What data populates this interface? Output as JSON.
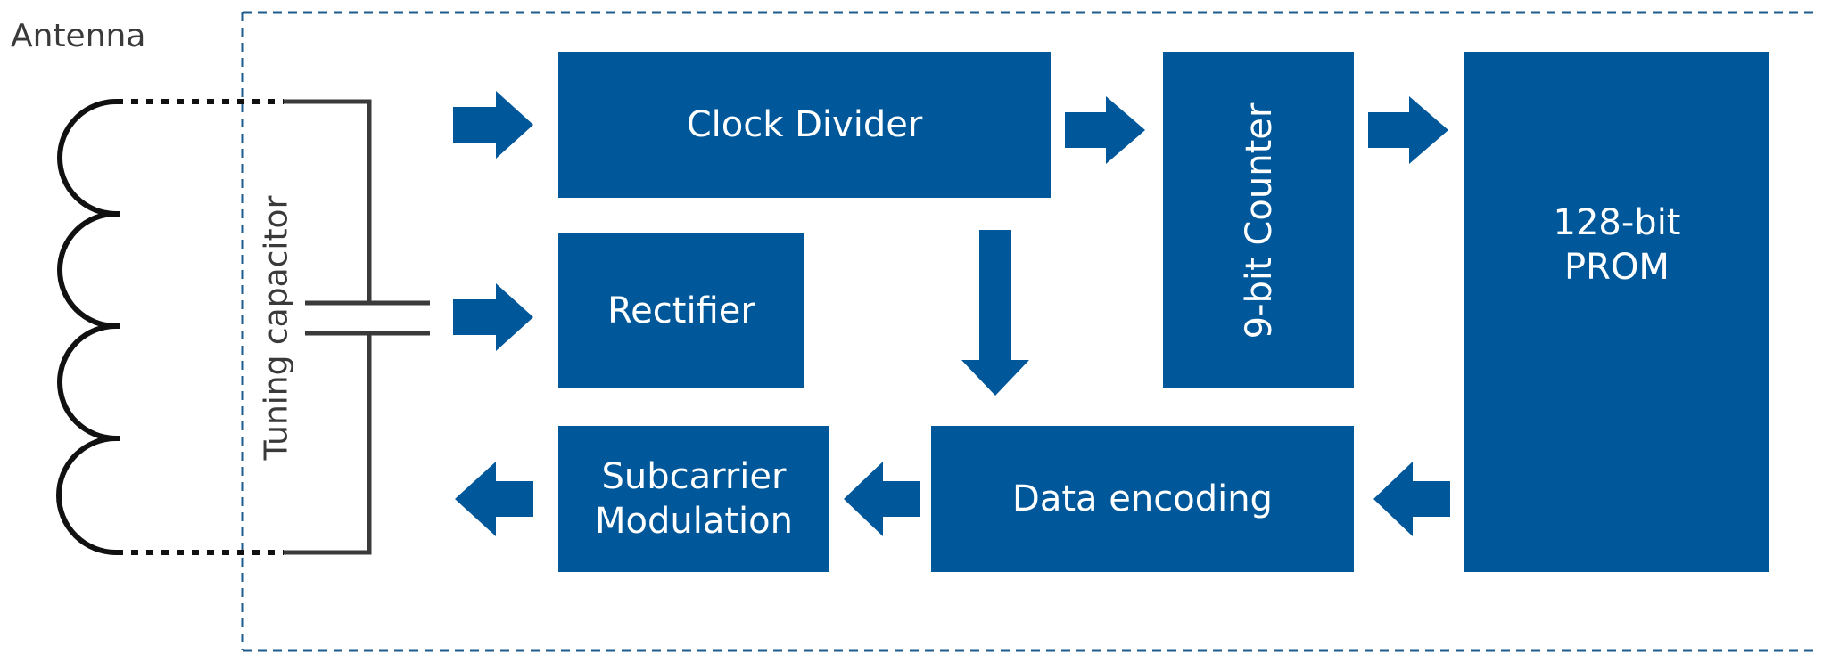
{
  "antenna": {
    "label": "Antenna"
  },
  "capacitor": {
    "label": "Tuning capacitor"
  },
  "blocks": {
    "clock_divider": "Clock Divider",
    "rectifier": "Rectifier",
    "counter": "9-bit Counter",
    "prom": "128-bit\nPROM",
    "subcarrier": "Subcarrier\nModulation",
    "data_encoding": "Data encoding"
  },
  "colors": {
    "block_fill": "#00579a",
    "border": "#1d5b8c",
    "wire": "#3a3a3a"
  }
}
